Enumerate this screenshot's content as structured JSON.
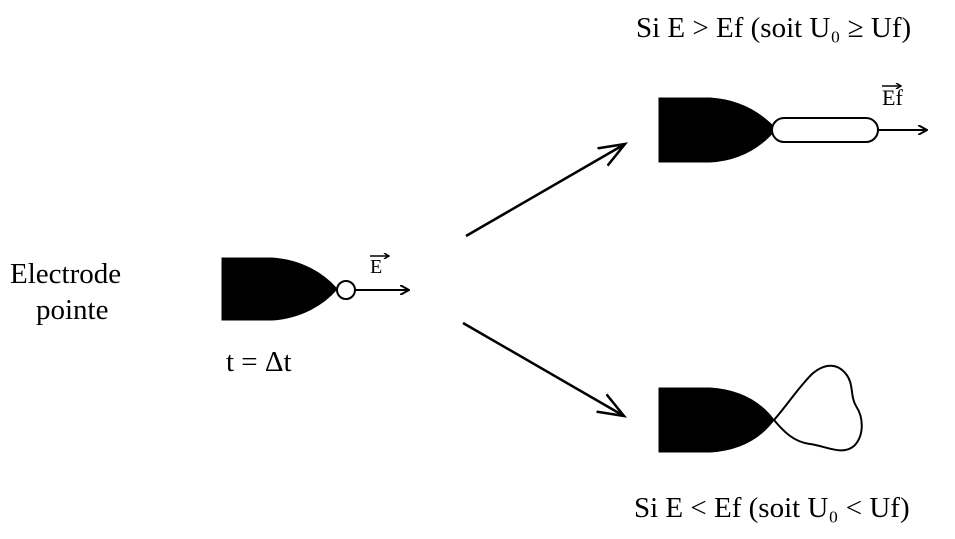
{
  "labels": {
    "electrode_line1": "Electrode",
    "electrode_line2": "pointe",
    "time": "t = Δt",
    "field_vector": "E",
    "upper_condition": "Si E > Ef  (soit U₀ ≥ Uf)",
    "upper_field_vector": "Ef",
    "lower_condition": "Si E < Ef  (soit U₀ < Uf)"
  },
  "colors": {
    "ink": "#000000",
    "background": "#ffffff"
  }
}
